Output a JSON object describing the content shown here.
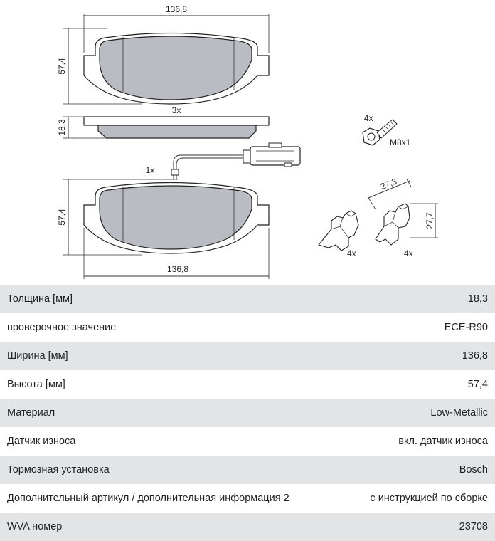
{
  "drawing": {
    "top_width": "136,8",
    "top_height": "57,4",
    "thickness": "18,3",
    "qty_pads_plain": "3x",
    "qty_pad_sensor": "1x",
    "bottom_height": "57,4",
    "bottom_width": "136,8",
    "bolt_qty": "4x",
    "bolt_thread": "M8x1",
    "clip_dim_a": "27,3",
    "clip_dim_b": "27,7",
    "clip_left_qty": "4x",
    "clip_right_qty": "4x"
  },
  "specs": [
    {
      "label": "Толщина [мм]",
      "value": "18,3"
    },
    {
      "label": "проверочное значение",
      "value": "ECE-R90"
    },
    {
      "label": "Ширина [мм]",
      "value": "136,8"
    },
    {
      "label": "Высота [мм]",
      "value": "57,4"
    },
    {
      "label": "Материал",
      "value": "Low-Metallic"
    },
    {
      "label": "Датчик износа",
      "value": "вкл. датчик износа"
    },
    {
      "label": "Тормозная установка",
      "value": "Bosch"
    },
    {
      "label": "Дополнительный артикул / дополнительная информация 2",
      "value": "с инструкцией по сборке"
    },
    {
      "label": "WVA номер",
      "value": "23708"
    }
  ]
}
